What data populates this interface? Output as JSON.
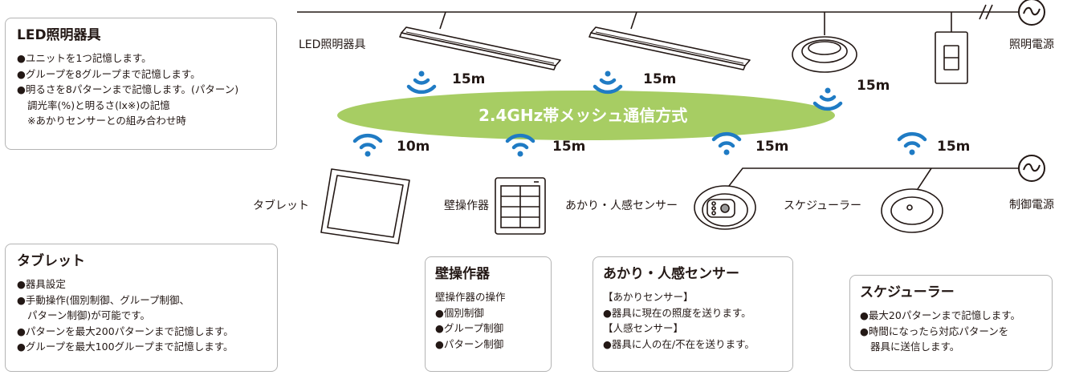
{
  "colors": {
    "wave": "#1f7bc4",
    "mesh": "#a7cd63",
    "line": "#231815",
    "border": "#b4b4b4"
  },
  "mesh_label": "2.4GHz帯メッシュ通信方式",
  "labels": {
    "led": "LED照明器具",
    "lighting_power": "照明電源",
    "control_power": "制御電源",
    "tablet": "タブレット",
    "wall": "壁操作器",
    "sensor": "あかり・人感センサー",
    "scheduler": "スケジューラー"
  },
  "distances": {
    "led1": "15m",
    "led2": "15m",
    "downlight": "15m",
    "tablet": "10m",
    "wall": "15m",
    "sensor": "15m",
    "scheduler": "15m"
  },
  "icons": {
    "power": "ac-power-icon",
    "wave": "wireless-signal-icon",
    "switch": "wall-switch-icon",
    "downlight": "downlight-icon"
  },
  "boxes": {
    "led": {
      "title": "LED照明器具",
      "lines": [
        "●ユニットを1つ記憶します。",
        "●グループを8グループまで記憶します。",
        "●明るさを8パターンまで記憶します。(パターン)",
        "調光率(%)と明るさ(lx※)の記憶",
        "※あかりセンサーとの組み合わせ時"
      ]
    },
    "tablet": {
      "title": "タブレット",
      "lines": [
        "●器具設定",
        "●手動操作(個別制御、グループ制御、",
        "パターン制御)が可能です。",
        "●パターンを最大200パターンまで記憶します。",
        "●グループを最大100グループまで記憶します。"
      ]
    },
    "wall": {
      "title": "壁操作器",
      "lines": [
        "壁操作器の操作",
        "●個別制御",
        "●グループ制御",
        "●パターン制御"
      ]
    },
    "sensor": {
      "title": "あかり・人感センサー",
      "lines": [
        "【あかりセンサー】",
        "●器具に現在の照度を送ります。",
        "【人感センサー】",
        "●器具に人の在/不在を送ります。"
      ]
    },
    "scheduler": {
      "title": "スケジューラー",
      "lines": [
        "●最大20パターンまで記憶します。",
        "●時間になったら対応パターンを",
        "器具に送信します。"
      ]
    }
  }
}
